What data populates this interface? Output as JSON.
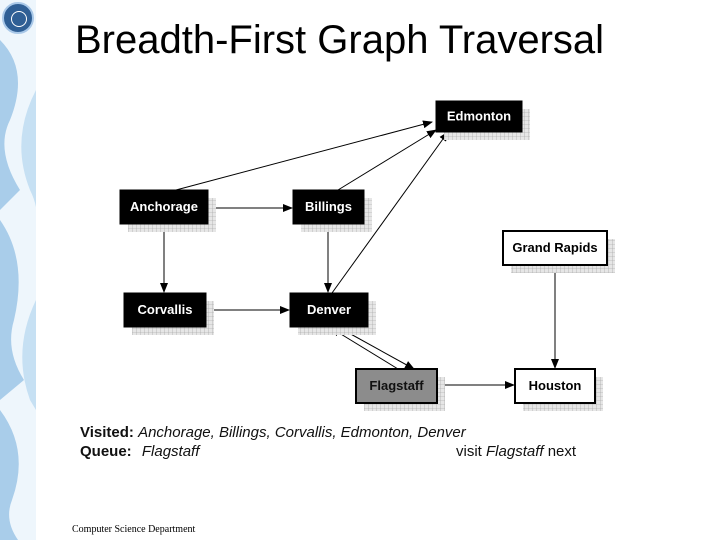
{
  "title": "Breadth-First Graph Traversal",
  "nodes": [
    {
      "id": "edmonton",
      "label": "Edmonton",
      "style": "dark"
    },
    {
      "id": "anchorage",
      "label": "Anchorage",
      "style": "dark"
    },
    {
      "id": "billings",
      "label": "Billings",
      "style": "dark"
    },
    {
      "id": "grand_rapids",
      "label": "Grand Rapids",
      "style": "light"
    },
    {
      "id": "corvallis",
      "label": "Corvallis",
      "style": "dark"
    },
    {
      "id": "denver",
      "label": "Denver",
      "style": "dark"
    },
    {
      "id": "flagstaff",
      "label": "Flagstaff",
      "style": "gray"
    },
    {
      "id": "houston",
      "label": "Houston",
      "style": "light"
    }
  ],
  "edges": [
    [
      "anchorage",
      "edmonton"
    ],
    [
      "billings",
      "edmonton"
    ],
    [
      "denver",
      "edmonton"
    ],
    [
      "anchorage",
      "billings"
    ],
    [
      "anchorage",
      "corvallis"
    ],
    [
      "billings",
      "denver"
    ],
    [
      "corvallis",
      "denver"
    ],
    [
      "denver",
      "flagstaff"
    ],
    [
      "flagstaff",
      "denver"
    ],
    [
      "flagstaff",
      "houston"
    ],
    [
      "grand_rapids",
      "houston"
    ]
  ],
  "status": {
    "visited_label": "Visited:",
    "visited_value": "Anchorage, Billings, Corvallis, Edmonton, Denver",
    "queue_label": "Queue:",
    "queue_value": "Flagstaff",
    "next_prefix": "visit",
    "next_value": "Flagstaff",
    "next_suffix": "next"
  },
  "footer": "Computer Science Department",
  "colors": {
    "dark_node": "#000000",
    "gray_node": "#8c8c8c",
    "light_node": "#ffffff",
    "edge": "#000000",
    "side_band": "#a9cdea"
  }
}
